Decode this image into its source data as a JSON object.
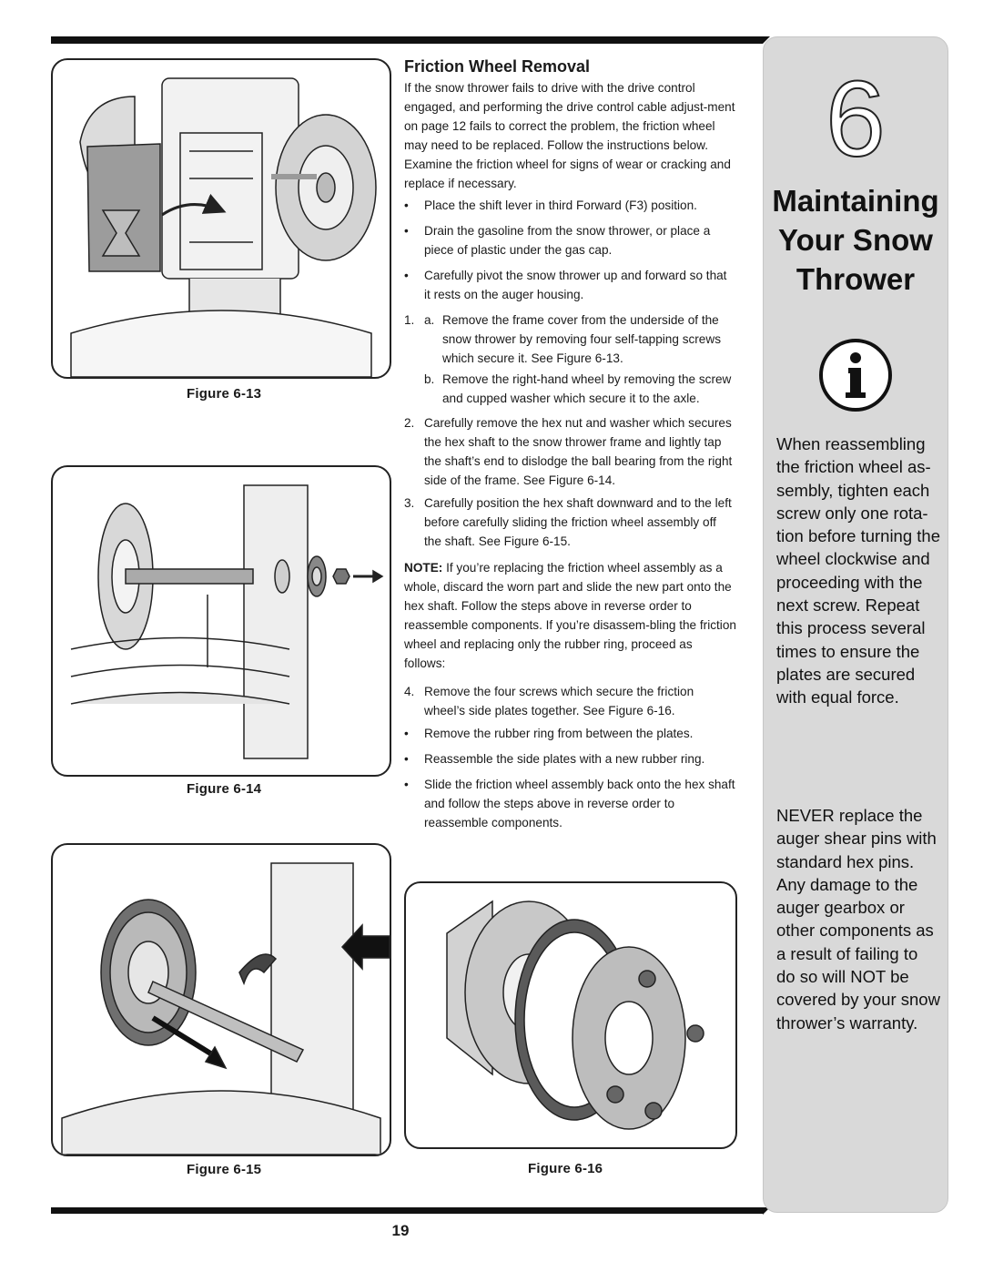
{
  "section": {
    "heading": "Friction Wheel Removal",
    "intro": "If the snow thrower fails to drive with the drive control engaged, and performing the drive control cable adjust-ment on page 12 fails to correct the problem, the friction wheel may need to be replaced. Follow the instructions below. Examine the friction wheel for signs of wear or cracking and replace if necessary.",
    "bullets_pre": [
      "Place the shift lever in third Forward (F3) position.",
      "Drain the gasoline from the snow thrower, or place a piece of plastic under the gas cap.",
      "Carefully pivot the snow thrower up and forward so that it rests on the auger housing."
    ],
    "step1_marker": "1.",
    "step1a_marker": "a.",
    "step1a": "Remove the frame cover from the underside of the snow thrower by removing four self-tapping screws which secure it. See Figure 6-13.",
    "step1b_marker": "b.",
    "step1b": "Remove the right-hand wheel by removing the screw and cupped washer which secure it to the axle.",
    "step2_marker": "2.",
    "step2": "Carefully remove the hex nut and washer which secures the hex shaft to the snow thrower frame and lightly tap the shaft’s end to dislodge the ball bearing from the right side of the frame. See Figure 6-14.",
    "step3_marker": "3.",
    "step3": "Carefully position the hex shaft downward and to the left before carefully sliding the friction wheel assembly off the shaft. See Figure 6-15.",
    "note_label": "NOTE:",
    "note": " If you’re replacing the friction wheel assembly as a whole, discard the worn part and slide the new part onto the hex shaft. Follow the steps above in reverse order to reassemble components. If you’re disassem-bling the friction wheel and replacing only the rubber ring, proceed as follows:",
    "step4_marker": "4.",
    "step4": "Remove the four screws which secure the friction wheel’s side plates together. See Figure 6-16.",
    "bullets_post": [
      "Remove the rubber ring from between the plates.",
      "Reassemble the side plates with a new rubber ring.",
      "Slide the friction wheel assembly back onto the hex shaft and follow the steps above in reverse order to reassemble components."
    ],
    "bullet_char": "•"
  },
  "figures": {
    "fig13": "Figure 6-13",
    "fig14": "Figure 6-14",
    "fig15": "Figure 6-15",
    "fig16": "Figure 6-16"
  },
  "sidebar": {
    "chapter_number": "6",
    "title_line1": "Maintaining",
    "title_line2": "Your Snow",
    "title_line3": "Thrower",
    "info_icon": "info-icon",
    "tip1": "When reassembling the friction wheel as-sembly, tighten each screw only one rota-tion before turning the wheel clockwise and proceeding with the next screw. Repeat this process several times to ensure the plates are secured with equal force.",
    "tip2": "NEVER replace the auger shear pins with standard hex pins. Any damage to the auger gearbox or other components as a result of failing to do so will NOT be covered by your snow thrower’s warranty."
  },
  "page_number": "19"
}
